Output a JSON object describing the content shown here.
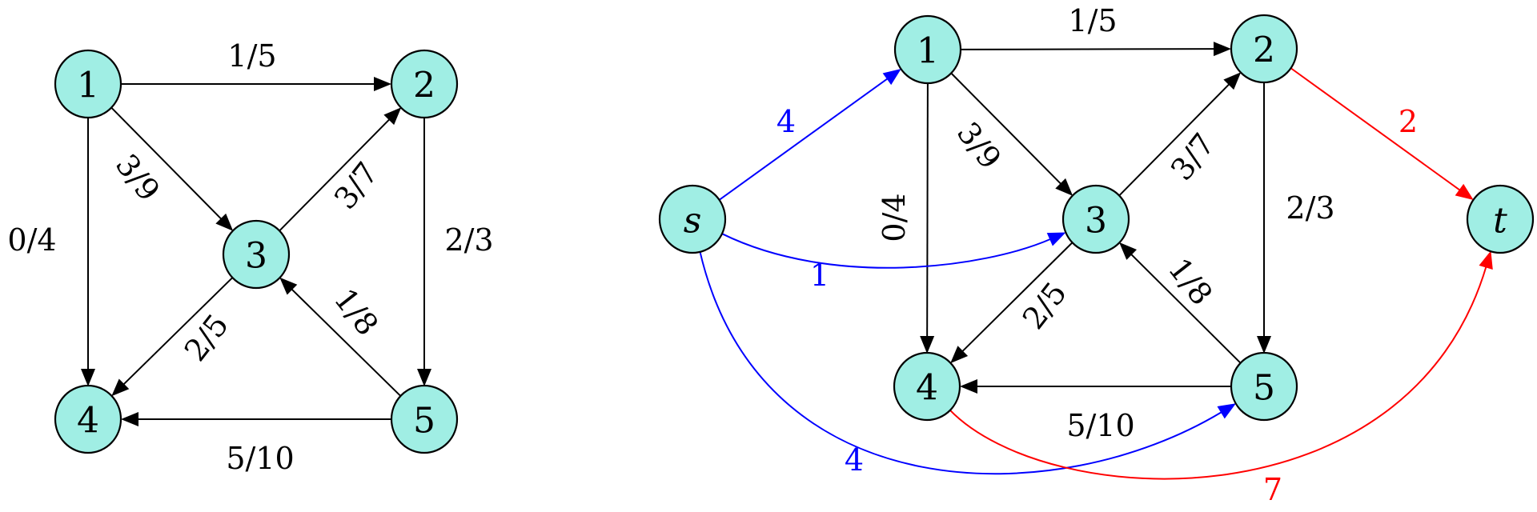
{
  "colors": {
    "node_fill": "#a0eee4",
    "edge_black": "#000000",
    "edge_blue": "#0000ff",
    "edge_red": "#ff0000"
  },
  "graph_left": {
    "name": "flow-network",
    "nodes": [
      {
        "id": "1",
        "label": "1"
      },
      {
        "id": "2",
        "label": "2"
      },
      {
        "id": "3",
        "label": "3"
      },
      {
        "id": "4",
        "label": "4"
      },
      {
        "id": "5",
        "label": "5"
      }
    ],
    "edges": [
      {
        "from": "1",
        "to": "2",
        "label": "1/5",
        "color": "black"
      },
      {
        "from": "1",
        "to": "3",
        "label": "3/9",
        "color": "black"
      },
      {
        "from": "1",
        "to": "4",
        "label": "0/4",
        "color": "black"
      },
      {
        "from": "3",
        "to": "2",
        "label": "3/7",
        "color": "black"
      },
      {
        "from": "2",
        "to": "5",
        "label": "2/3",
        "color": "black"
      },
      {
        "from": "3",
        "to": "4",
        "label": "2/5",
        "color": "black"
      },
      {
        "from": "5",
        "to": "3",
        "label": "1/8",
        "color": "black"
      },
      {
        "from": "5",
        "to": "4",
        "label": "5/10",
        "color": "black"
      }
    ]
  },
  "graph_right": {
    "name": "flow-network-with-source-sink",
    "nodes": [
      {
        "id": "s",
        "label": "s",
        "italic": true
      },
      {
        "id": "1",
        "label": "1"
      },
      {
        "id": "2",
        "label": "2"
      },
      {
        "id": "3",
        "label": "3"
      },
      {
        "id": "4",
        "label": "4"
      },
      {
        "id": "5",
        "label": "5"
      },
      {
        "id": "t",
        "label": "t",
        "italic": true
      }
    ],
    "edges": [
      {
        "from": "1",
        "to": "2",
        "label": "1/5",
        "color": "black"
      },
      {
        "from": "1",
        "to": "3",
        "label": "3/9",
        "color": "black"
      },
      {
        "from": "1",
        "to": "4",
        "label": "0/4",
        "color": "black"
      },
      {
        "from": "3",
        "to": "2",
        "label": "3/7",
        "color": "black"
      },
      {
        "from": "2",
        "to": "5",
        "label": "2/3",
        "color": "black"
      },
      {
        "from": "3",
        "to": "4",
        "label": "2/5",
        "color": "black"
      },
      {
        "from": "5",
        "to": "3",
        "label": "1/8",
        "color": "black"
      },
      {
        "from": "5",
        "to": "4",
        "label": "5/10",
        "color": "black"
      },
      {
        "from": "s",
        "to": "1",
        "label": "4",
        "color": "blue"
      },
      {
        "from": "s",
        "to": "3",
        "label": "1",
        "color": "blue"
      },
      {
        "from": "s",
        "to": "5",
        "label": "4",
        "color": "blue"
      },
      {
        "from": "2",
        "to": "t",
        "label": "2",
        "color": "red"
      },
      {
        "from": "4",
        "to": "t",
        "label": "7",
        "color": "red"
      }
    ]
  }
}
